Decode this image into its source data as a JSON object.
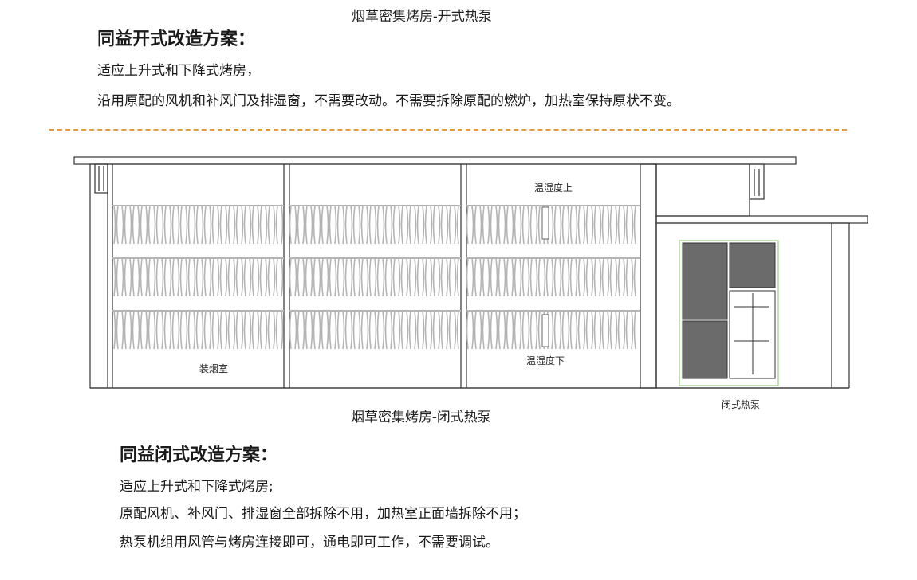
{
  "captions": {
    "top": "烟草密集烤房-开式热泵",
    "bottom": "烟草密集烤房-闭式热泵"
  },
  "open_plan": {
    "heading": "同益开式改造方案：",
    "lines": [
      "适应上升式和下降式烤房，",
      "沿用原配的风机和补风门及排湿窗，不需要改动。不需要拆除原配的燃炉，加热室保持原状不变。"
    ]
  },
  "closed_plan": {
    "heading": "同益闭式改造方案：",
    "lines": [
      "适应上升式和下降式烤房;",
      "原配风机、补风门、排湿窗全部拆除不用，加热室正面墙拆除不用；",
      "热泵机组用风管与烤房连接即可，通电即可工作，不需要调试。"
    ]
  },
  "diagram": {
    "labels": {
      "humidity_top": "温湿度上",
      "humidity_bottom": "温湿度下",
      "tobacco_room": "装烟室",
      "closed_heat_pump": "闭式热泵"
    },
    "colors": {
      "line": "#333333",
      "tobacco": "#b5b5b5",
      "unit_panel": "#6b6b6b",
      "unit_outline": "#8cc36a",
      "divider": "#e59a3a"
    }
  }
}
